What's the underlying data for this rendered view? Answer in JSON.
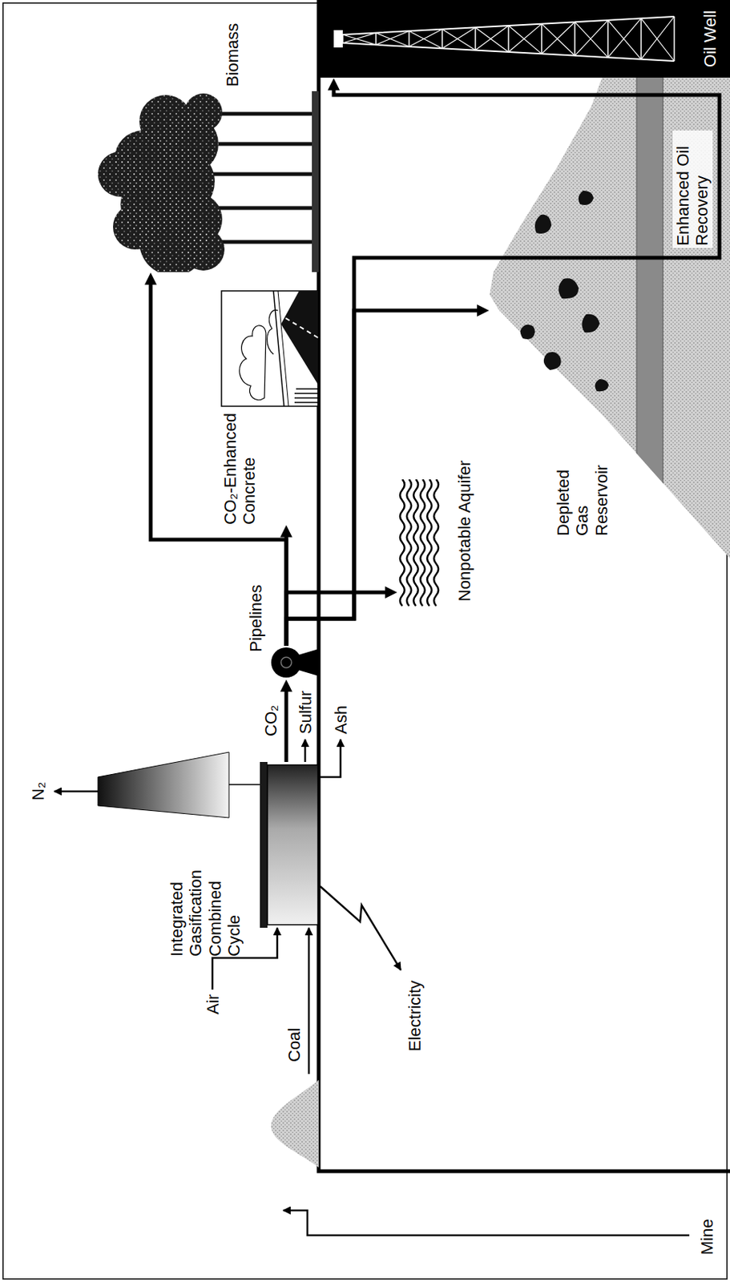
{
  "diagram": {
    "nodes": [
      {
        "text": [
          "Integrated Gasification Combined Cycle"
        ]
      },
      {
        "text": [
          "Pipelines"
        ]
      },
      {
        "text": [
          "Nonpotable Aquifer"
        ]
      },
      {
        "text": [
          "CO₂-Enhanced Concrete"
        ]
      },
      {
        "text": [
          "Biomass"
        ]
      },
      {
        "text": [
          "Depleted Gas Reservoir"
        ]
      },
      {
        "text": [
          "Oil Well"
        ]
      }
    ],
    "edges": [
      {
        "from": 0,
        "to": 1,
        "label": "CO₂",
        "arrow": "to"
      },
      {
        "from": 1,
        "to": 2,
        "arrow": "to"
      },
      {
        "from": 1,
        "to": 3,
        "arrow": "to"
      },
      {
        "from": 1,
        "to": 4,
        "arrow": "to"
      },
      {
        "from": 1,
        "to": 5,
        "arrow": "to"
      },
      {
        "from": 1,
        "to": 6,
        "label": "Enhanced Oil Recovery",
        "arrow": "to"
      }
    ],
    "labels": [
      "Mine",
      "Air",
      "Coal",
      "Electricity",
      "N₂",
      "Sulfur",
      "Ash"
    ]
  }
}
